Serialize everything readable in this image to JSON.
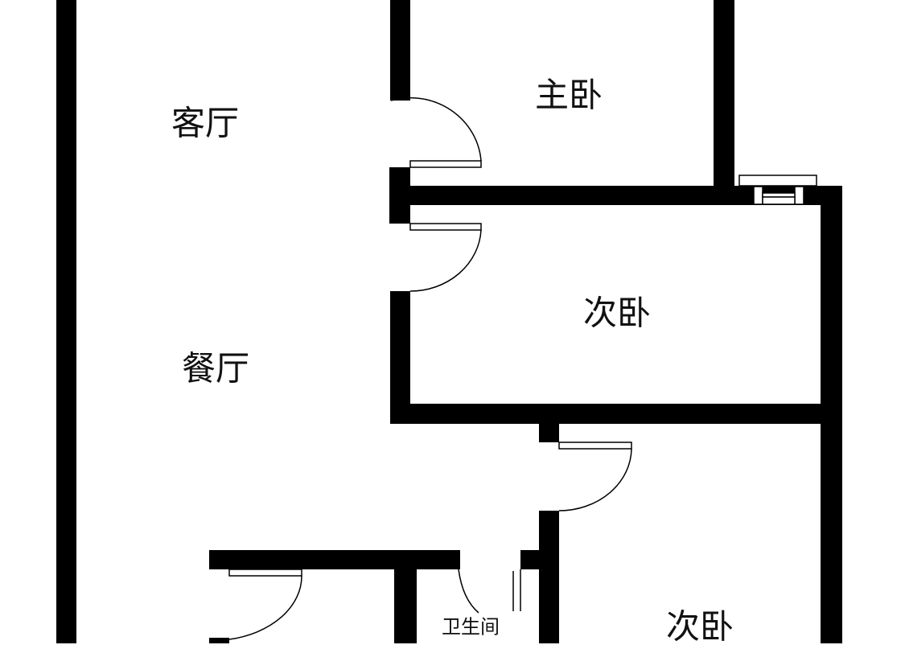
{
  "rooms": {
    "living_room": "客厅",
    "master_bedroom": "主卧",
    "second_bedroom_1": "次卧",
    "dining_room": "餐厅",
    "second_bedroom_2": "次卧",
    "bathroom": "卫生间"
  },
  "colors": {
    "wall": "#000000",
    "background": "#ffffff"
  }
}
